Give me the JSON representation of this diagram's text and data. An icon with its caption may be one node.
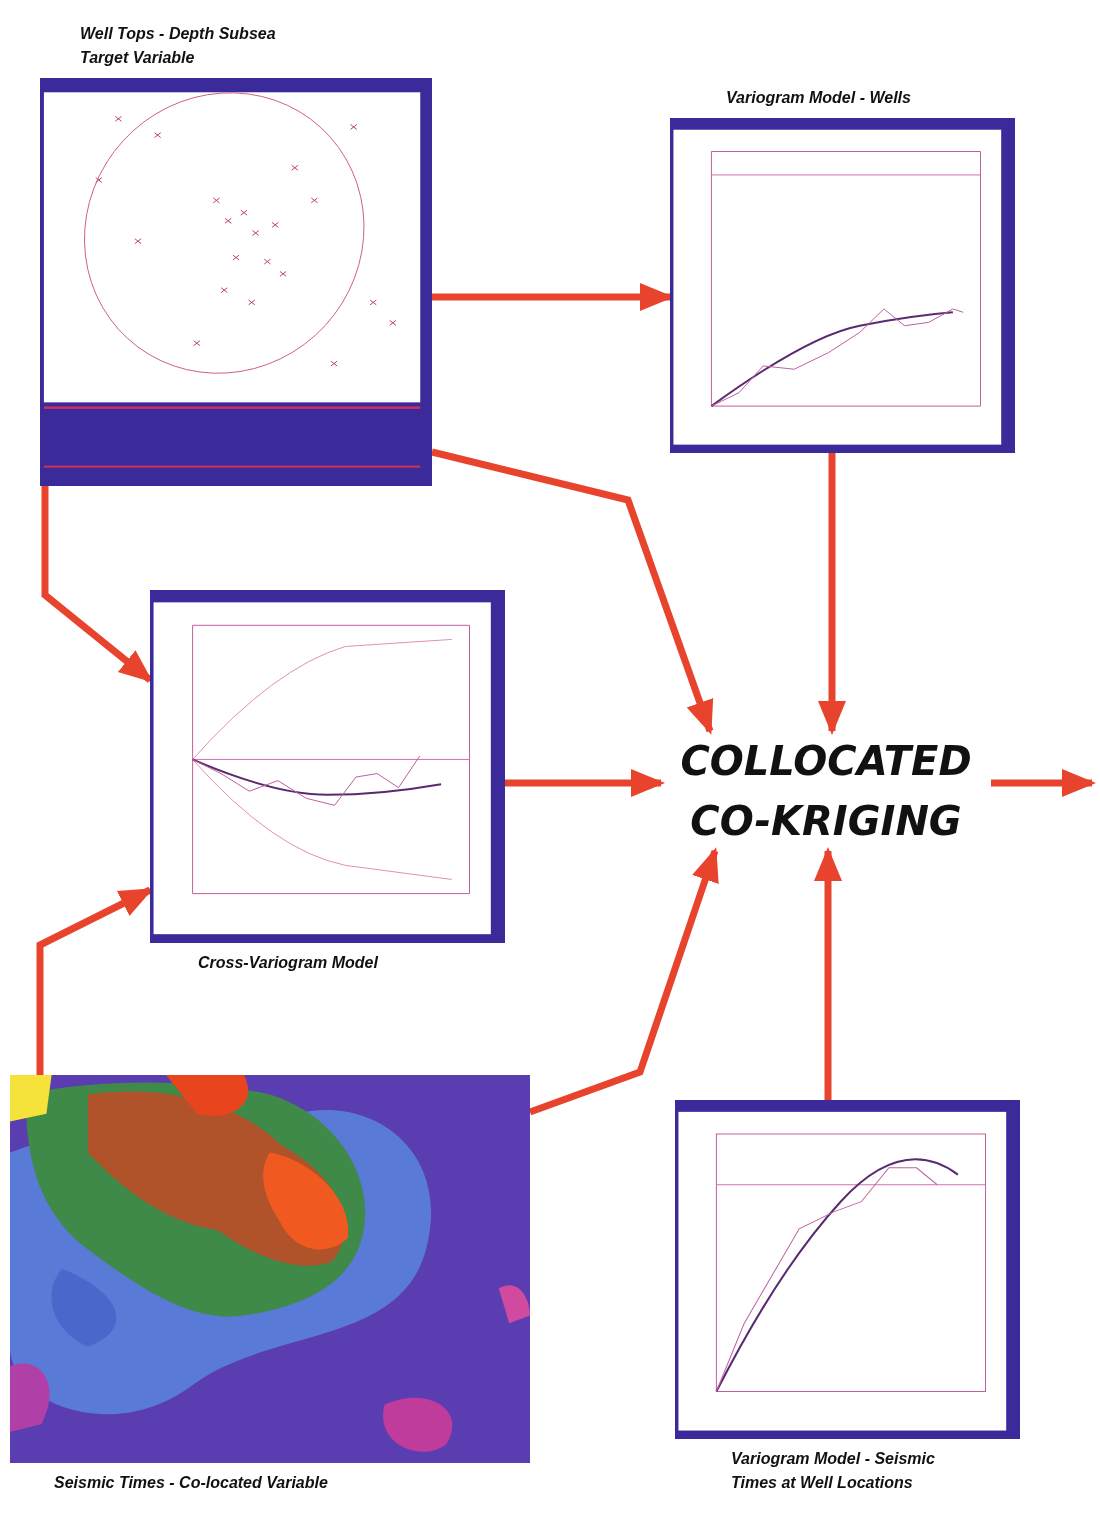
{
  "diagram": {
    "nodes": [
      {
        "text": [
          "Well Tops - Depth Subsea Target Variable"
        ]
      },
      {
        "text": [
          "Variogram Model - Wells"
        ]
      },
      {
        "text": [
          "Cross-Variogram Model"
        ]
      },
      {
        "text": [
          "Seismic Times - Co-located Variable"
        ]
      },
      {
        "text": [
          "Variogram Model - Seismic Times at Well Locations"
        ]
      },
      {
        "text": [
          "COLLOCATED CO-KRIGING"
        ]
      }
    ],
    "edges": [
      {
        "from": 0,
        "to": 1,
        "arrow": "to"
      },
      {
        "from": 0,
        "to": 5,
        "arrow": "to"
      },
      {
        "from": 1,
        "to": 5,
        "arrow": "to"
      },
      {
        "from": 0,
        "to": 2,
        "arrow": "to"
      },
      {
        "from": 2,
        "to": 5,
        "arrow": "to"
      },
      {
        "from": 3,
        "to": 2,
        "arrow": "to"
      },
      {
        "from": 3,
        "to": 5,
        "arrow": "to"
      },
      {
        "from": 4,
        "to": 5,
        "arrow": "to"
      },
      {
        "from": 5,
        "to": null,
        "arrow": "to"
      }
    ]
  }
}
